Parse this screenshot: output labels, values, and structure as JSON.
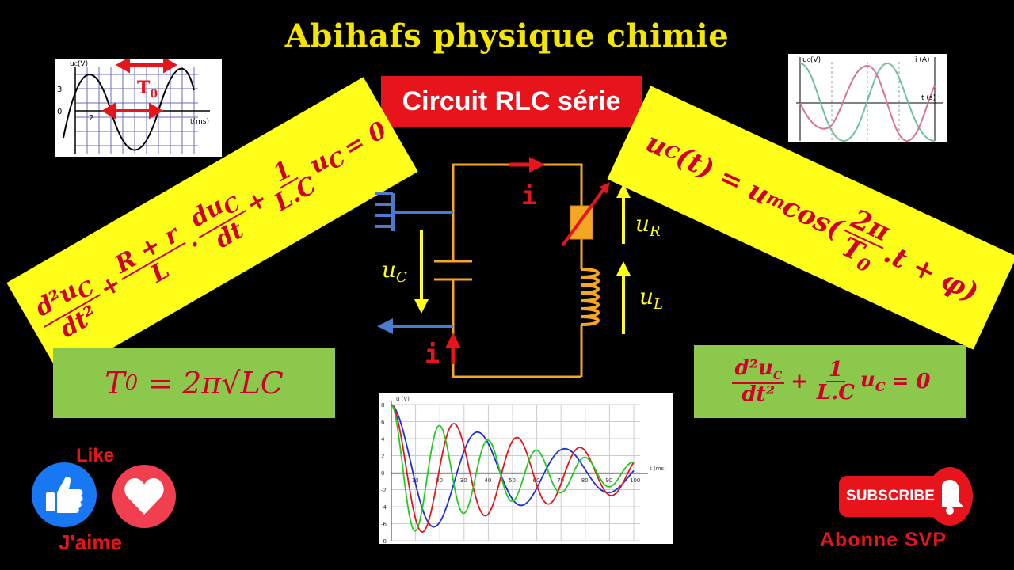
{
  "header": {
    "title": "Abihafs physique chimie",
    "subtitle": "Circuit RLC série"
  },
  "equations": {
    "left": {
      "t1_num": "d²u",
      "t1_sub": "C",
      "t1_den": "dt²",
      "plus1": "+",
      "t2_num": "R + r",
      "t2_den": "L",
      "t3_num": "du",
      "t3_sub": "C",
      "t3_den": "dt",
      "plus2": "+",
      "t4_num": "1",
      "t4_den": "L.C",
      "t5": "u",
      "t5_sub": "C",
      "equals": "= 0"
    },
    "right": {
      "lhs": "u",
      "lhs_sub": "C",
      "lhs_arg": "(t) = u",
      "m_sub": "m",
      "cos": "cos(",
      "frac_num": "2π",
      "frac_den": "T",
      "frac_den_sub": "0",
      "tail": ".t + φ)"
    },
    "period": {
      "T": "T",
      "T_sub": "0",
      "rhs": " = 2π√LC"
    },
    "undamped": {
      "t1_num": "d²u",
      "t1_sub": "C",
      "t1_den": "dt²",
      "plus": "+",
      "t2_num": "1",
      "t2_den": "L.C",
      "t3": "u",
      "t3_sub": "C",
      "equals": "= 0"
    }
  },
  "circuit": {
    "current": "i",
    "u_C": "u",
    "u_C_sub": "C",
    "u_R": "u",
    "u_R_sub": "R",
    "u_L": "u",
    "u_L_sub": "L"
  },
  "thumb_left": {
    "y_label": "u",
    "y_label_sub": "C",
    "y_unit": "(V)",
    "tick_3": "3",
    "tick_0": "0",
    "tick_2": "2",
    "x_label": "t(ms)",
    "period_label": "T",
    "period_sub": "0"
  },
  "thumb_right": {
    "y_left": "u",
    "y_left_sub": "C",
    "y_left_unit": "(V)",
    "y_right": "i (A)",
    "x_label": "t (s)"
  },
  "bottom_chart": {
    "y_label": "u (V)",
    "x_label": "t (ms)",
    "y_ticks": [
      "8",
      "6",
      "4",
      "2",
      "0",
      "-2",
      "-4",
      "-6",
      "-8"
    ],
    "x_ticks": [
      "10",
      "20",
      "30",
      "40",
      "50",
      "60",
      "70",
      "80",
      "90",
      "100"
    ]
  },
  "social": {
    "like": "Like",
    "jaime": "J'aime",
    "subscribe": "SUBSCRIBE",
    "abonne": "Abonne SVP"
  },
  "colors": {
    "title": "#f5e600",
    "red": "#e8141c",
    "yellow": "#ffff1a",
    "green": "#8cc84b",
    "wire": "#f5a623",
    "blue": "#4a7bd0",
    "thumb_blue": "#1877f2",
    "heart_red": "#f0404f"
  }
}
